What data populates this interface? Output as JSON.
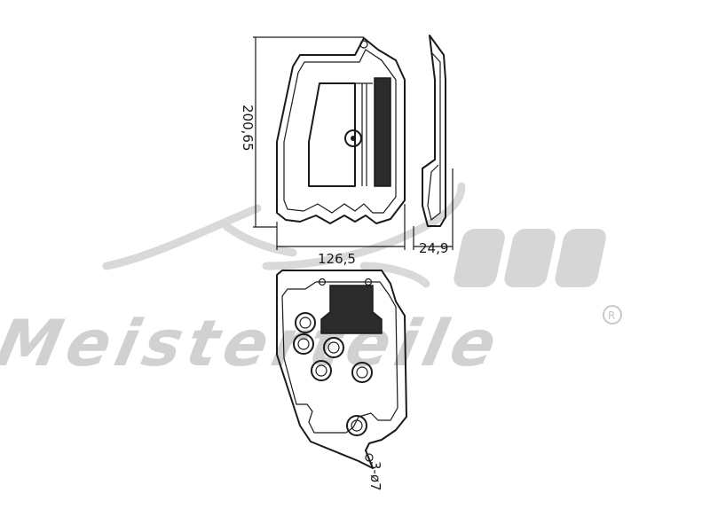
{
  "dimensions": {
    "height": "200,65",
    "width": "126,5",
    "depth": "24,9",
    "holes": "3-ø7"
  },
  "watermark": {
    "brand": "Meisterteile",
    "registered": "R",
    "color": "#c9c9c9"
  },
  "colors": {
    "line": "#1a1a1a",
    "mesh": "#2b2b2b",
    "background": "#ffffff"
  }
}
